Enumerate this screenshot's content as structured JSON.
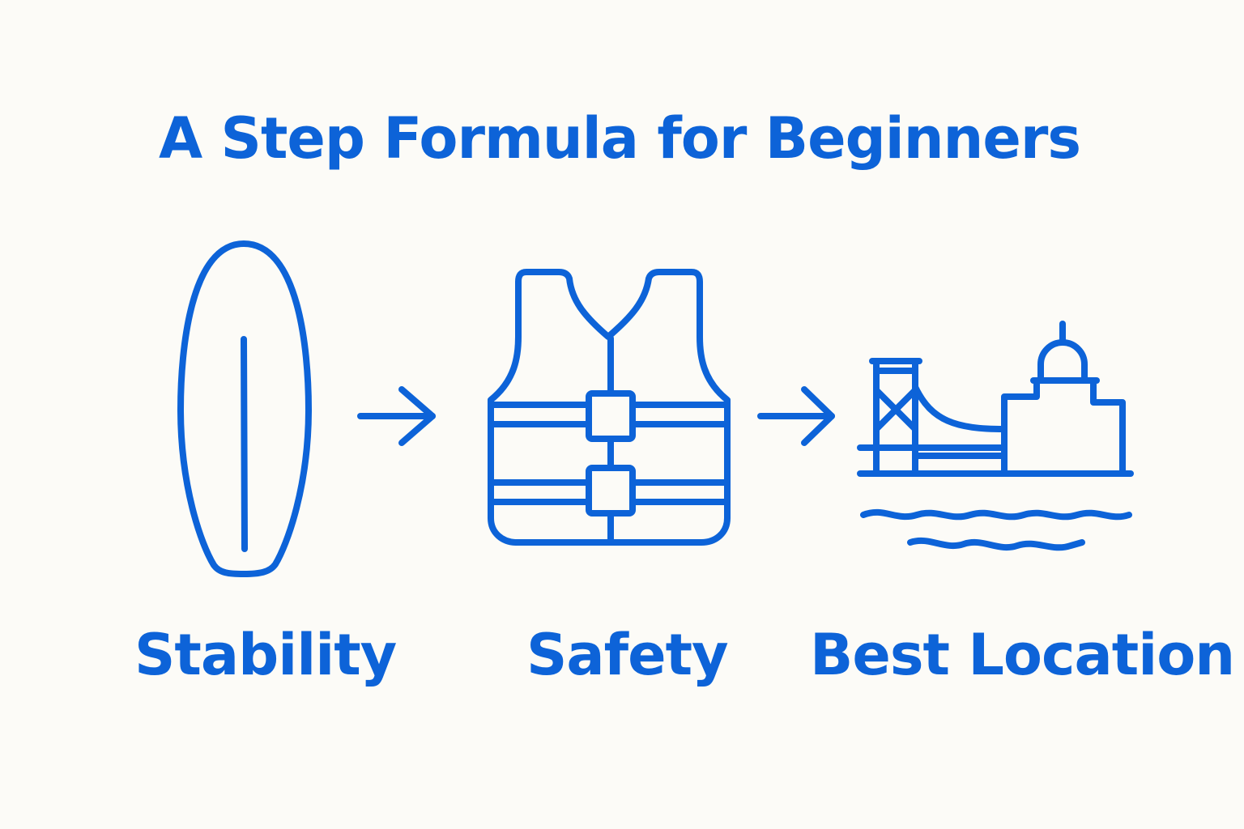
{
  "title": "A Step Formula for Beginners",
  "steps": [
    {
      "label": "Stability",
      "icon": "surfboard-icon"
    },
    {
      "label": "Safety",
      "icon": "life-vest-icon"
    },
    {
      "label": "Best Location",
      "icon": "bridge-waterfront-icon"
    }
  ],
  "colors": {
    "accent": "#0d63d8",
    "background": "#fcfbf7"
  }
}
